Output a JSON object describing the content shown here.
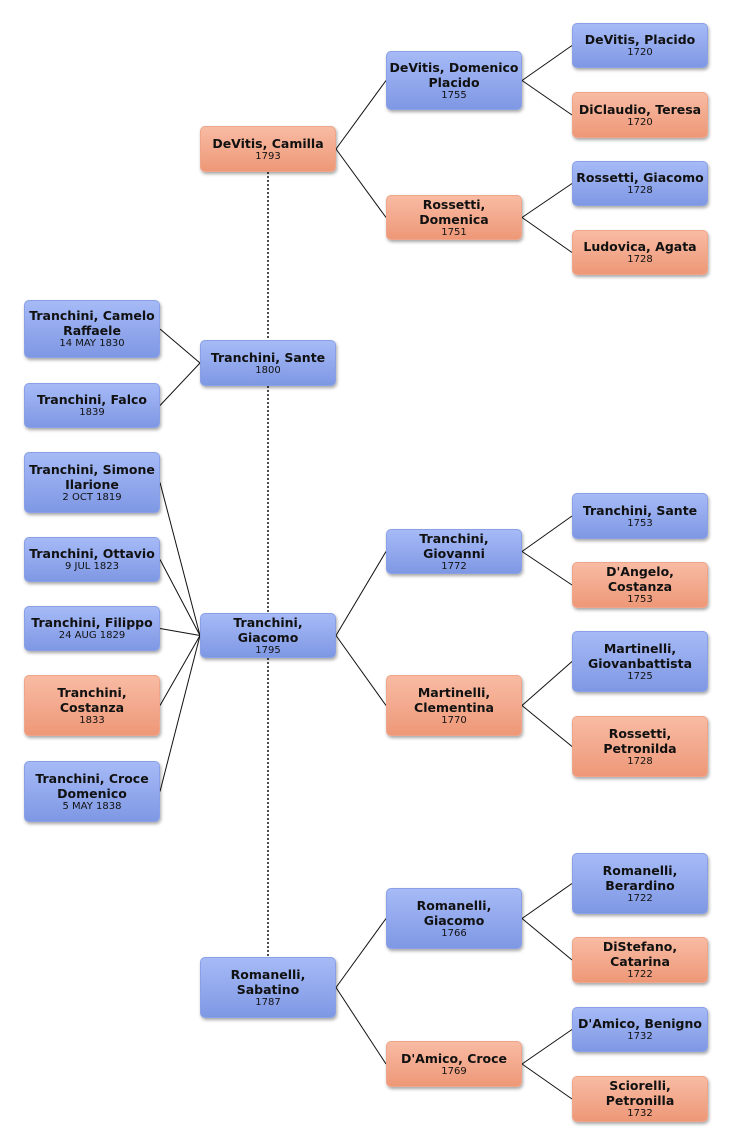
{
  "people": {
    "devitis_placido": {
      "name": "DeVitis, Placido",
      "date": "1720",
      "sex": "male"
    },
    "diclaudio_teresa": {
      "name": "DiClaudio, Teresa",
      "date": "1720",
      "sex": "female"
    },
    "rossetti_giacomo": {
      "name": "Rossetti, Giacomo",
      "date": "1728",
      "sex": "male"
    },
    "ludovica_agata": {
      "name": "Ludovica, Agata",
      "date": "1728",
      "sex": "female"
    },
    "devitis_domenico_placido": {
      "name": "DeVitis, Domenico Placido",
      "date": "1755",
      "sex": "male"
    },
    "rossetti_domenica": {
      "name": "Rossetti, Domenica",
      "date": "1751",
      "sex": "female"
    },
    "devitis_camilla": {
      "name": "DeVitis, Camilla",
      "date": "1793",
      "sex": "female"
    },
    "tranchini_camelo_raffaele": {
      "name": "Tranchini, Camelo Raffaele",
      "date": "14 MAY 1830",
      "sex": "male"
    },
    "tranchini_falco": {
      "name": "Tranchini, Falco",
      "date": "1839",
      "sex": "male"
    },
    "tranchini_sante_1800": {
      "name": "Tranchini, Sante",
      "date": "1800",
      "sex": "male"
    },
    "tranchini_simone_ilarione": {
      "name": "Tranchini, Simone Ilarione",
      "date": "2 OCT 1819",
      "sex": "male"
    },
    "tranchini_ottavio": {
      "name": "Tranchini, Ottavio",
      "date": "9 JUL 1823",
      "sex": "male"
    },
    "tranchini_filippo": {
      "name": "Tranchini, Filippo",
      "date": "24 AUG 1829",
      "sex": "male"
    },
    "tranchini_costanza": {
      "name": "Tranchini, Costanza",
      "date": "1833",
      "sex": "female"
    },
    "tranchini_croce_domenico": {
      "name": "Tranchini, Croce Domenico",
      "date": "5 MAY 1838",
      "sex": "male"
    },
    "tranchini_giacomo": {
      "name": "Tranchini, Giacomo",
      "date": "1795",
      "sex": "male"
    },
    "tranchini_giovanni": {
      "name": "Tranchini, Giovanni",
      "date": "1772",
      "sex": "male"
    },
    "martinelli_clementina": {
      "name": "Martinelli, Clementina",
      "date": "1770",
      "sex": "female"
    },
    "tranchini_sante_1753": {
      "name": "Tranchini, Sante",
      "date": "1753",
      "sex": "male"
    },
    "dangelo_costanza": {
      "name": "D'Angelo, Costanza",
      "date": "1753",
      "sex": "female"
    },
    "martinelli_giovanbattista": {
      "name": "Martinelli, Giovanbattista",
      "date": "1725",
      "sex": "male"
    },
    "rossetti_petronilda": {
      "name": "Rossetti, Petronilda",
      "date": "1728",
      "sex": "female"
    },
    "romanelli_sabatino": {
      "name": "Romanelli, Sabatino",
      "date": "1787",
      "sex": "male"
    },
    "romanelli_giacomo": {
      "name": "Romanelli, Giacomo",
      "date": "1766",
      "sex": "male"
    },
    "damico_croce": {
      "name": "D'Amico, Croce",
      "date": "1769",
      "sex": "female"
    },
    "romanelli_berardino": {
      "name": "Romanelli, Berardino",
      "date": "1722",
      "sex": "male"
    },
    "distefano_catarina": {
      "name": "DiStefano, Catarina",
      "date": "1722",
      "sex": "female"
    },
    "damico_benigno": {
      "name": "D'Amico, Benigno",
      "date": "1732",
      "sex": "male"
    },
    "sciorelli_petronilla": {
      "name": "Sciorelli, Petronilla",
      "date": "1732",
      "sex": "female"
    }
  },
  "parent_links": [
    [
      "devitis_domenico_placido",
      "devitis_placido"
    ],
    [
      "devitis_domenico_placido",
      "diclaudio_teresa"
    ],
    [
      "rossetti_domenica",
      "rossetti_giacomo"
    ],
    [
      "rossetti_domenica",
      "ludovica_agata"
    ],
    [
      "devitis_camilla",
      "devitis_domenico_placido"
    ],
    [
      "devitis_camilla",
      "rossetti_domenica"
    ],
    [
      "tranchini_giacomo",
      "tranchini_giovanni"
    ],
    [
      "tranchini_giacomo",
      "martinelli_clementina"
    ],
    [
      "tranchini_giovanni",
      "tranchini_sante_1753"
    ],
    [
      "tranchini_giovanni",
      "dangelo_costanza"
    ],
    [
      "martinelli_clementina",
      "martinelli_giovanbattista"
    ],
    [
      "martinelli_clementina",
      "rossetti_petronilda"
    ],
    [
      "romanelli_sabatino",
      "romanelli_giacomo"
    ],
    [
      "romanelli_sabatino",
      "damico_croce"
    ],
    [
      "romanelli_giacomo",
      "romanelli_berardino"
    ],
    [
      "romanelli_giacomo",
      "distefano_catarina"
    ],
    [
      "damico_croce",
      "damico_benigno"
    ],
    [
      "damico_croce",
      "sciorelli_petronilla"
    ]
  ],
  "child_links": [
    [
      "tranchini_sante_1800",
      "tranchini_camelo_raffaele"
    ],
    [
      "tranchini_sante_1800",
      "tranchini_falco"
    ],
    [
      "tranchini_giacomo",
      "tranchini_simone_ilarione"
    ],
    [
      "tranchini_giacomo",
      "tranchini_ottavio"
    ],
    [
      "tranchini_giacomo",
      "tranchini_filippo"
    ],
    [
      "tranchini_giacomo",
      "tranchini_costanza"
    ],
    [
      "tranchini_giacomo",
      "tranchini_croce_domenico"
    ]
  ],
  "spouse_links": [
    [
      "devitis_camilla",
      "tranchini_sante_1800"
    ],
    [
      "tranchini_sante_1800",
      "tranchini_giacomo"
    ],
    [
      "tranchini_giacomo",
      "romanelli_sabatino"
    ]
  ]
}
